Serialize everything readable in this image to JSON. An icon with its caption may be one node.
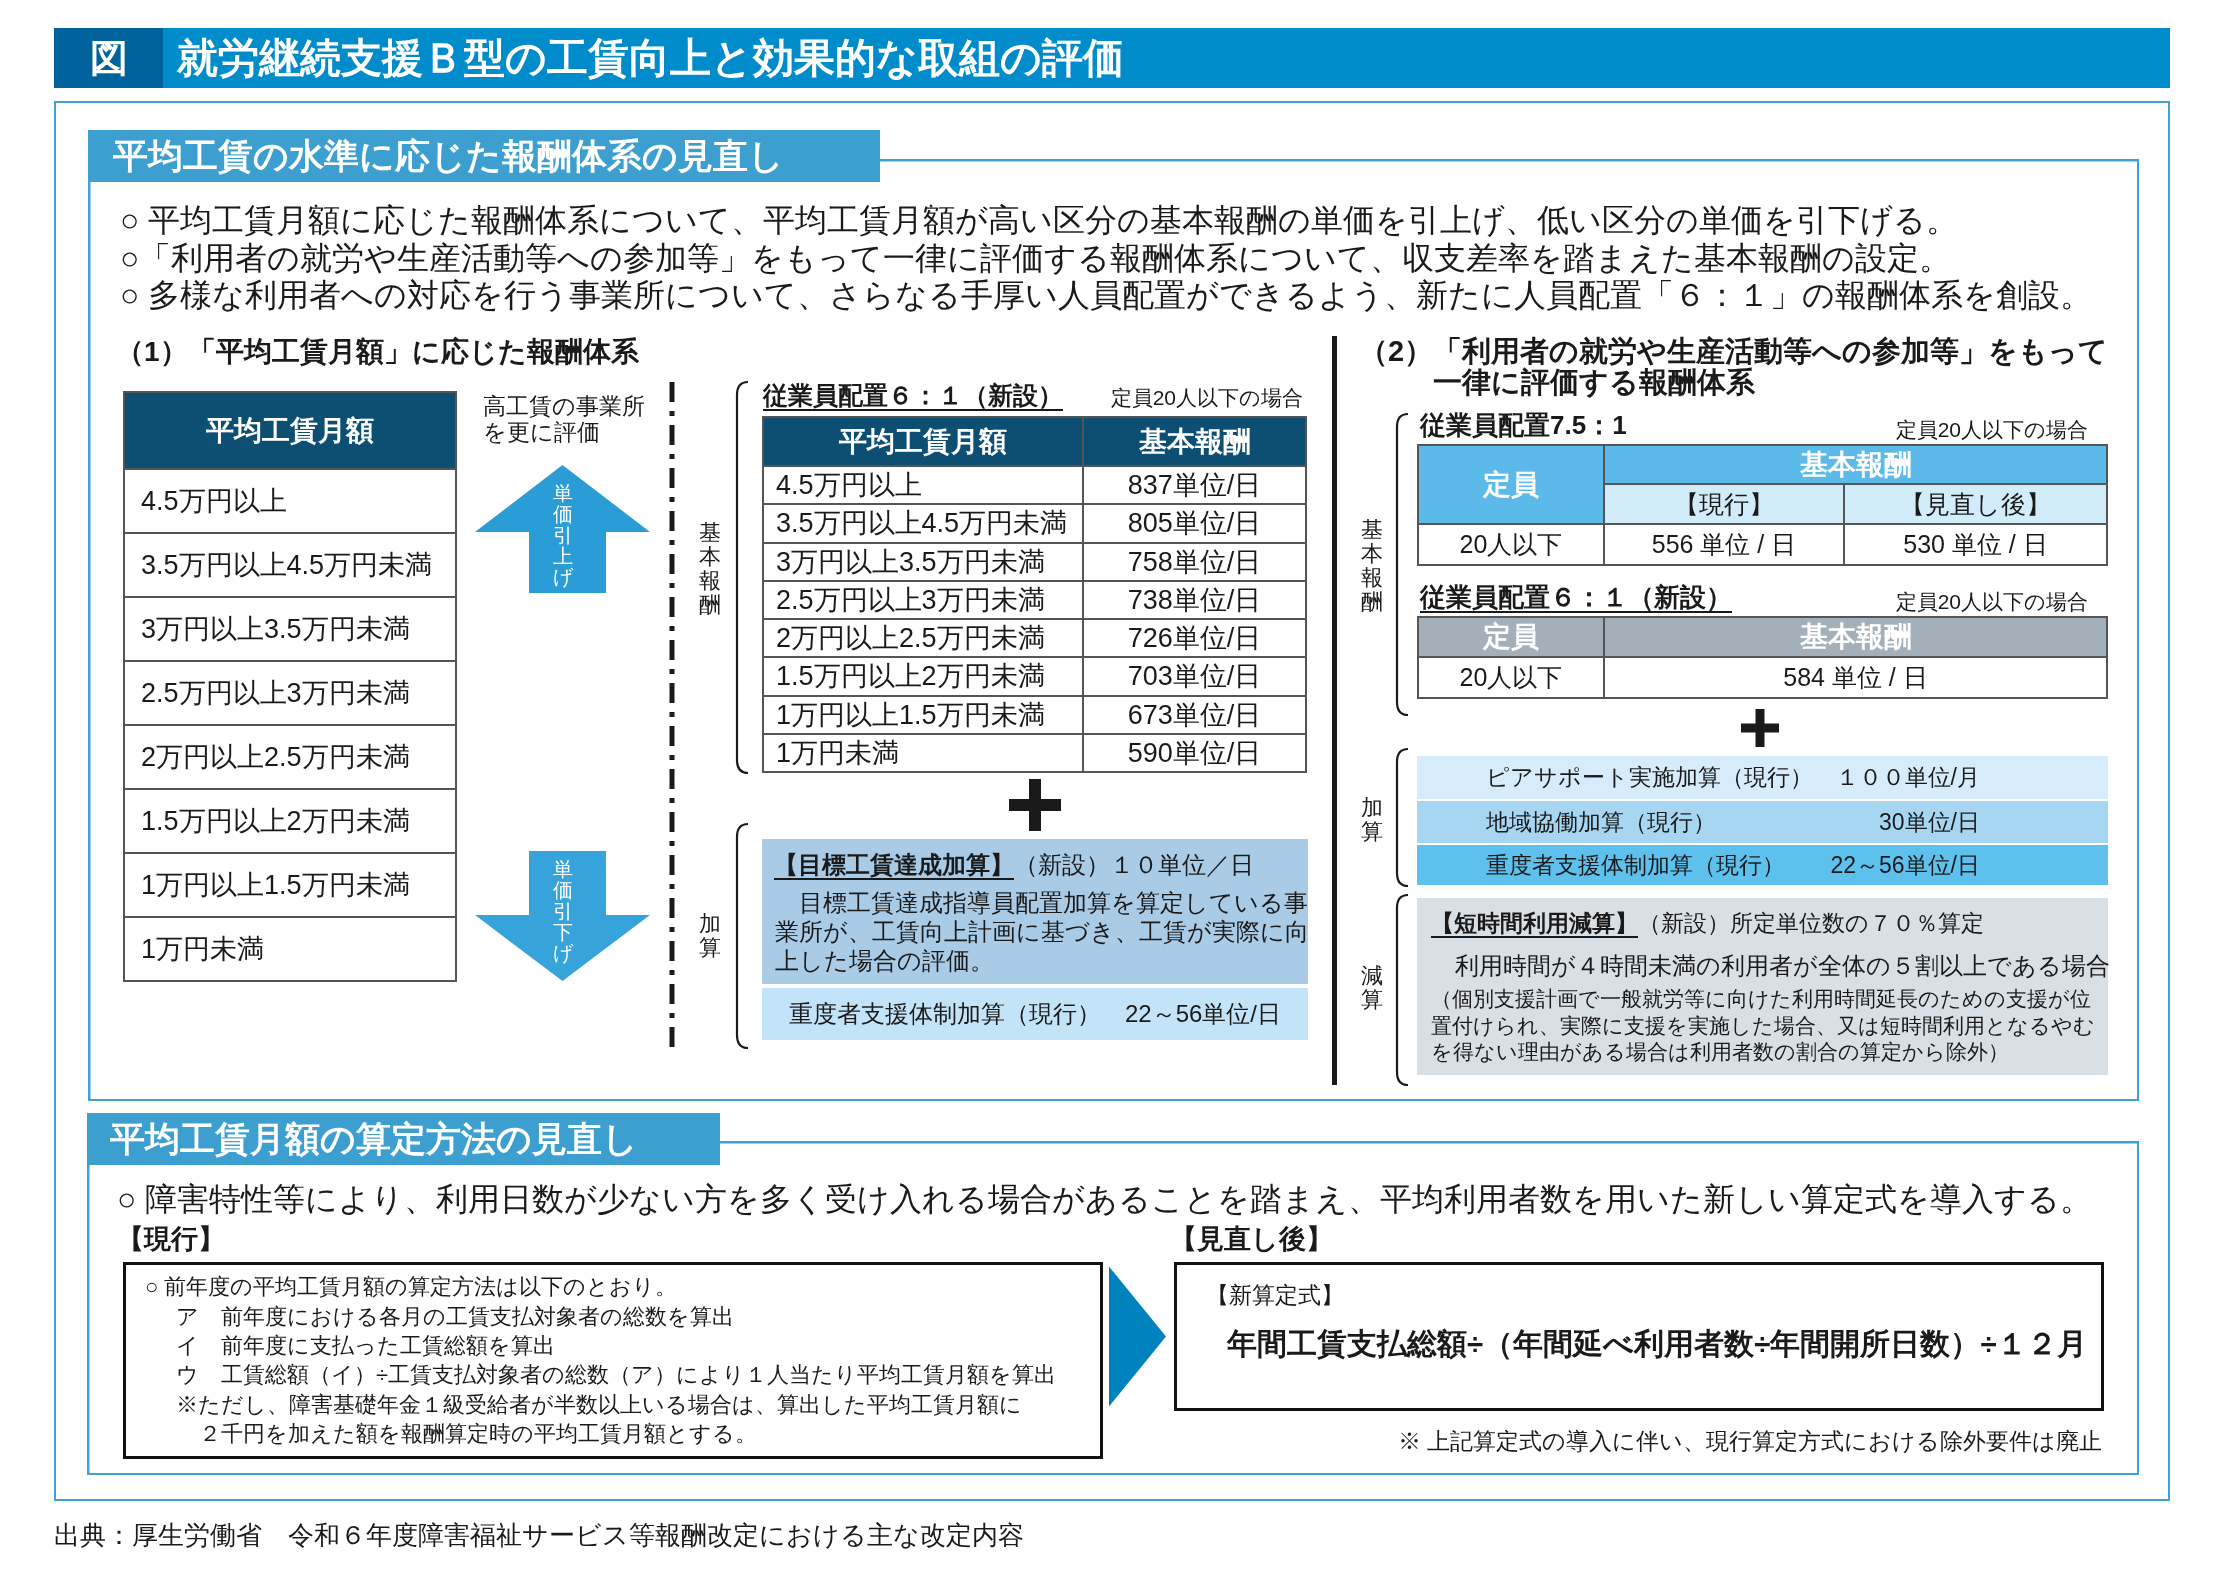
{
  "diagram": {
    "title": "就労継続支援Ｂ型の工賃向上と効果的な取組の評価",
    "caption": "出典：厚生労働省　令和６年度障害福祉サービス等報酬改定における主な改定内容",
    "nodes": [
      {
        "text": [
          "平均工賃の水準に応じた報酬体系の見直し",
          "○ 平均工賃月額に応じた報酬体系について、平均工賃月額が高い区分の基本報酬の単価を引上げ、低い区分の単価を引下げる。",
          "○「利用者の就労や生産活動等への参加等」をもって一律に評価する報酬体系について、収支差率を踏まえた基本報酬の設定。",
          "○ 多様な利用者への対応を行う事業所について、さらなる手厚い人員配置ができるよう、新たに人員配置「６：１」の報酬体系を創設。"
        ]
      },
      {
        "text": [
          "平均工賃月額",
          "4.5万円以上",
          "3.5万円以上4.5万円未満",
          "3万円以上3.5万円未満",
          "2.5万円以上3万円未満",
          "2万円以上2.5万円未満",
          "1.5万円以上2万円未満",
          "1万円以上1.5万円未満",
          "1万円未満"
        ],
        "in": 0
      },
      {
        "text": [
          "単価引上げ"
        ],
        "beside": [
          "高工賃の事業所を更に評価"
        ],
        "in": 0
      },
      {
        "text": [
          "単価引下げ"
        ],
        "in": 0
      },
      {
        "text": [
          "従業員配置６：１（新設）",
          "定員20人以下の場合",
          "平均工賃月額",
          "基本報酬",
          "4.5万円以上",
          "837単位/日",
          "3.5万円以上4.5万円未満",
          "805単位/日",
          "3万円以上3.5万円未満",
          "758単位/日",
          "2.5万円以上3万円未満",
          "738単位/日",
          "2万円以上2.5万円未満",
          "726単位/日",
          "1.5万円以上2万円未満",
          "703単位/日",
          "1万円以上1.5万円未満",
          "673単位/日",
          "1万円未満",
          "590単位/日"
        ],
        "in": 0
      },
      {
        "text": [
          "**【目標工賃達成加算】**（新設）１０単位／日",
          "目標工賃達成指導員配置加算を算定している事業所が、工賃向上計画に基づき、工賃が実際に向上した場合の評価。"
        ],
        "in": 0
      },
      {
        "text": [
          "重度者支援体制加算（現行）　22～56単位/日"
        ],
        "in": 0
      },
      {
        "text": [
          "従業員配置7.5：1",
          "定員20人以下の場合",
          "定員",
          "基本報酬",
          "【現行】",
          "【見直し後】",
          "20人以下",
          "556 単位 / 日",
          "530 単位 / 日"
        ],
        "in": 0
      },
      {
        "text": [
          "従業員配置６：１（新設）",
          "定員20人以下の場合",
          "定員",
          "基本報酬",
          "20人以下",
          "584 単位 / 日"
        ],
        "in": 0
      },
      {
        "text": [
          "ピアサポート実施加算（現行）",
          "１００単位/月"
        ],
        "in": 0
      },
      {
        "text": [
          "地域協働加算（現行）",
          "30単位/日"
        ],
        "in": 0
      },
      {
        "text": [
          "重度者支援体制加算（現行）",
          "22～56単位/日"
        ],
        "in": 0
      },
      {
        "text": [
          "**【短時間利用減算】**（新設）所定単位数の７０％算定",
          "利用時間が４時間未満の利用者が全体の５割以上である場合",
          "（個別支援計画で一般就労等に向けた利用時間延長のための支援が位置付けられ、実際に支援を実施した場合、又は短時間利用となるやむを得ない理由がある場合は利用者数の割合の算定から除外）"
        ],
        "in": 0
      },
      {
        "text": [
          "平均工賃月額の算定方法の見直し",
          "○ 障害特性等により、利用日数が少ない方を多く受け入れる場合があることを踏まえ、平均利用者数を用いた新しい算定式を導入する。"
        ]
      },
      {
        "text": [
          "【現行】",
          "○ 前年度の平均工賃月額の算定方法は以下のとおり。",
          "ア　前年度における各月の工賃支払対象者の総数を算出",
          "イ　前年度に支払った工賃総額を算出",
          "ウ　工賃総額（イ）÷工賃支払対象者の総数（ア）により１人当たり平均工賃月額を算出",
          "※ただし、障害基礎年金１級受給者が半数以上いる場合は、算出した平均工賃月額に２千円を加えた額を報酬算定時の平均工賃月額とする。"
        ],
        "in": 13
      },
      {
        "text": [
          "【見直し後】",
          "【新算定式】",
          "年間工賃支払総額÷（年間延べ利用者数÷年間開所日数）÷１２月"
        ],
        "beside": [
          "※ 上記算定式の導入に伴い、現行算定方式における除外要件は廃止"
        ],
        "in": 13
      }
    ],
    "edges": [
      {
        "from": 14,
        "to": 15,
        "arrow": "to"
      }
    ],
    "labels": [
      "図",
      "（1）「平均工賃月額」に応じた報酬体系",
      "基本報酬",
      "加算",
      "（2）「利用者の就労や生産活動等への参加等」をもって一律に評価する報酬体系",
      "基本報酬",
      "加算",
      "減算"
    ]
  }
}
